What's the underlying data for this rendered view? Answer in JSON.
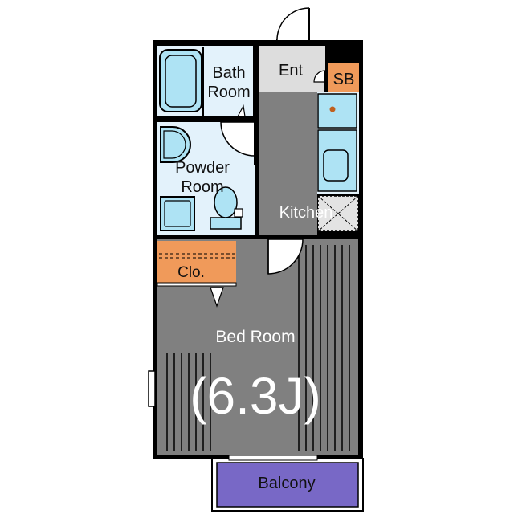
{
  "rooms": {
    "bath": {
      "line1": "Bath",
      "line2": "Room"
    },
    "entrance": "Ent",
    "shoe_box": "SB",
    "powder": {
      "line1": "Powder",
      "line2": "Room"
    },
    "kitchen": "Kitchen",
    "closet": "Clo.",
    "bedroom": {
      "name": "Bed Room",
      "size": "(6.3J)"
    },
    "balcony": "Balcony"
  },
  "colors": {
    "wall": "#000000",
    "wet_area": "#e3f2fb",
    "fixture": "#aee3f4",
    "floor_gray": "#808080",
    "entrance_floor": "#dddddd",
    "storage": "#f09a5a",
    "balcony": "#7868c6"
  }
}
